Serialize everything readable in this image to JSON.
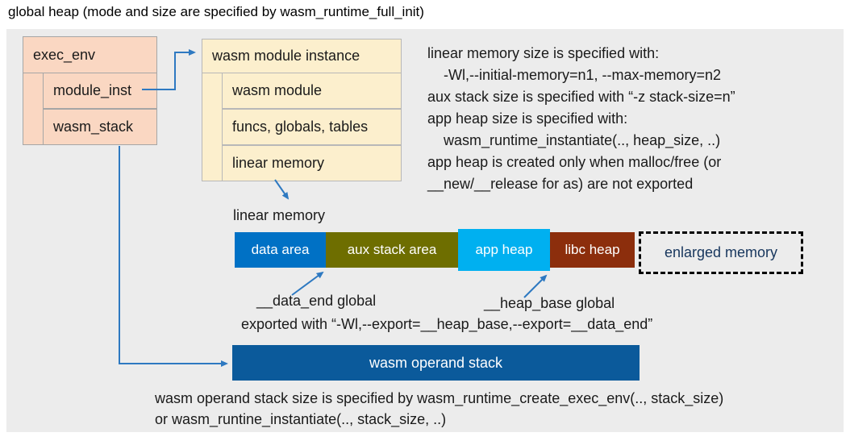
{
  "title": "global heap (mode and size are specified by wasm_runtime_full_init)",
  "exec_env": {
    "header": "exec_env",
    "fields": [
      "module_inst",
      "wasm_stack"
    ]
  },
  "module_instance": {
    "header": "wasm module instance",
    "fields": [
      "wasm module",
      "funcs, globals, tables",
      "linear memory"
    ]
  },
  "notes": {
    "lines": [
      "linear memory size is specified with:",
      "-Wl,--initial-memory=n1, --max-memory=n2",
      "aux stack size is specified with “-z stack-size=n”",
      "app heap size is specified with:",
      "wasm_runtime_instantiate(.., heap_size, ..)",
      "app heap is created only when malloc/free (or",
      "__new/__release for as) are not exported"
    ]
  },
  "linear_memory": {
    "label": "linear memory",
    "segments": [
      {
        "label": "data area",
        "color": "#0071c5"
      },
      {
        "label": "aux stack area",
        "color": "#6e6e00"
      },
      {
        "label": "app heap",
        "color": "#00b0f0"
      },
      {
        "label": "libc heap",
        "color": "#8c2e0c"
      },
      {
        "label": "enlarged memory",
        "color": "dashed-outline",
        "text_color": "#17365d"
      }
    ]
  },
  "annotations": {
    "data_end": "__data_end global",
    "heap_base": "__heap_base global",
    "exported": "exported with “-Wl,--export=__heap_base,--export=__data_end”"
  },
  "operand_stack": {
    "label": "wasm operand stack",
    "note_line1": "wasm operand stack size is specified by wasm_runtime_create_exec_env(.., stack_size)",
    "note_line2": "or wasm_runtine_instantiate(.., stack_size, ..)"
  },
  "colors": {
    "panel_background": "#ececec",
    "exec_env_box": "#fad7c2",
    "module_instance_box": "#fcefcd",
    "data_area": "#0071c5",
    "aux_stack_area": "#6e6e00",
    "app_heap": "#00b0f0",
    "libc_heap": "#8c2e0c",
    "operand_stack": "#0b5a9b",
    "enlarged_memory_text": "#17365d",
    "arrow": "#2e79c1"
  }
}
